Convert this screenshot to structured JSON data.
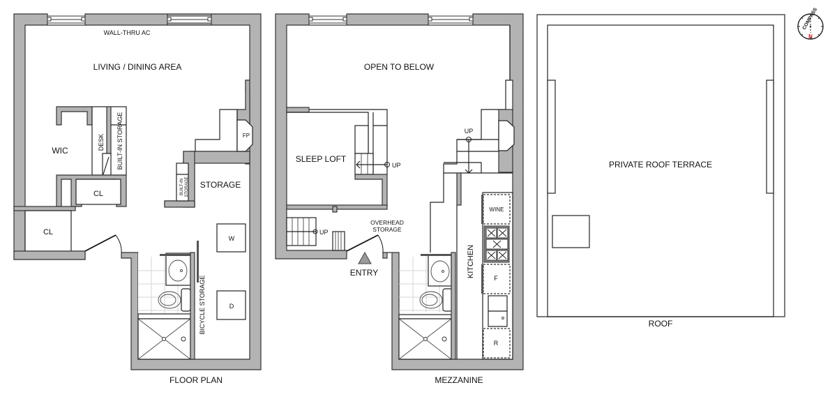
{
  "plans": {
    "floor_plan": {
      "title": "FLOOR PLAN",
      "rooms": {
        "wall_ac": "WALL-THRU AC",
        "living": "LIVING / DINING AREA",
        "wic": "WIC",
        "desk": "DESK",
        "builtin_storage_1": "BUILT-IN STORAGE",
        "cl_1": "CL",
        "cl_2": "CL",
        "fp": "FP",
        "builtin_storage_2_line1": "BUILT-IN",
        "builtin_storage_2_line2": "STORAGE",
        "storage": "STORAGE",
        "washer": "W",
        "dryer": "D",
        "bicycle_storage": "BICYCLE STORAGE"
      }
    },
    "mezzanine": {
      "title": "MEZZANINE",
      "rooms": {
        "open_to_below": "OPEN TO BELOW",
        "sleep_loft": "SLEEP LOFT",
        "up_1": "UP",
        "up_2": "UP",
        "up_3": "UP",
        "overhead_line1": "OVERHEAD",
        "overhead_line2": "STORAGE",
        "entry": "ENTRY",
        "kitchen": "KITCHEN",
        "wine": "WINE",
        "fridge": "F",
        "range": "R"
      }
    },
    "roof": {
      "title": "ROOF",
      "rooms": {
        "terrace": "PRIVATE ROOF TERRACE"
      }
    }
  },
  "compass": {
    "label": "COMPASS",
    "north": "N",
    "north_color": "#e01010"
  },
  "colors": {
    "wall_fill": "#b3b3b3",
    "line": "#222222",
    "tile": "#d6d6d6"
  }
}
